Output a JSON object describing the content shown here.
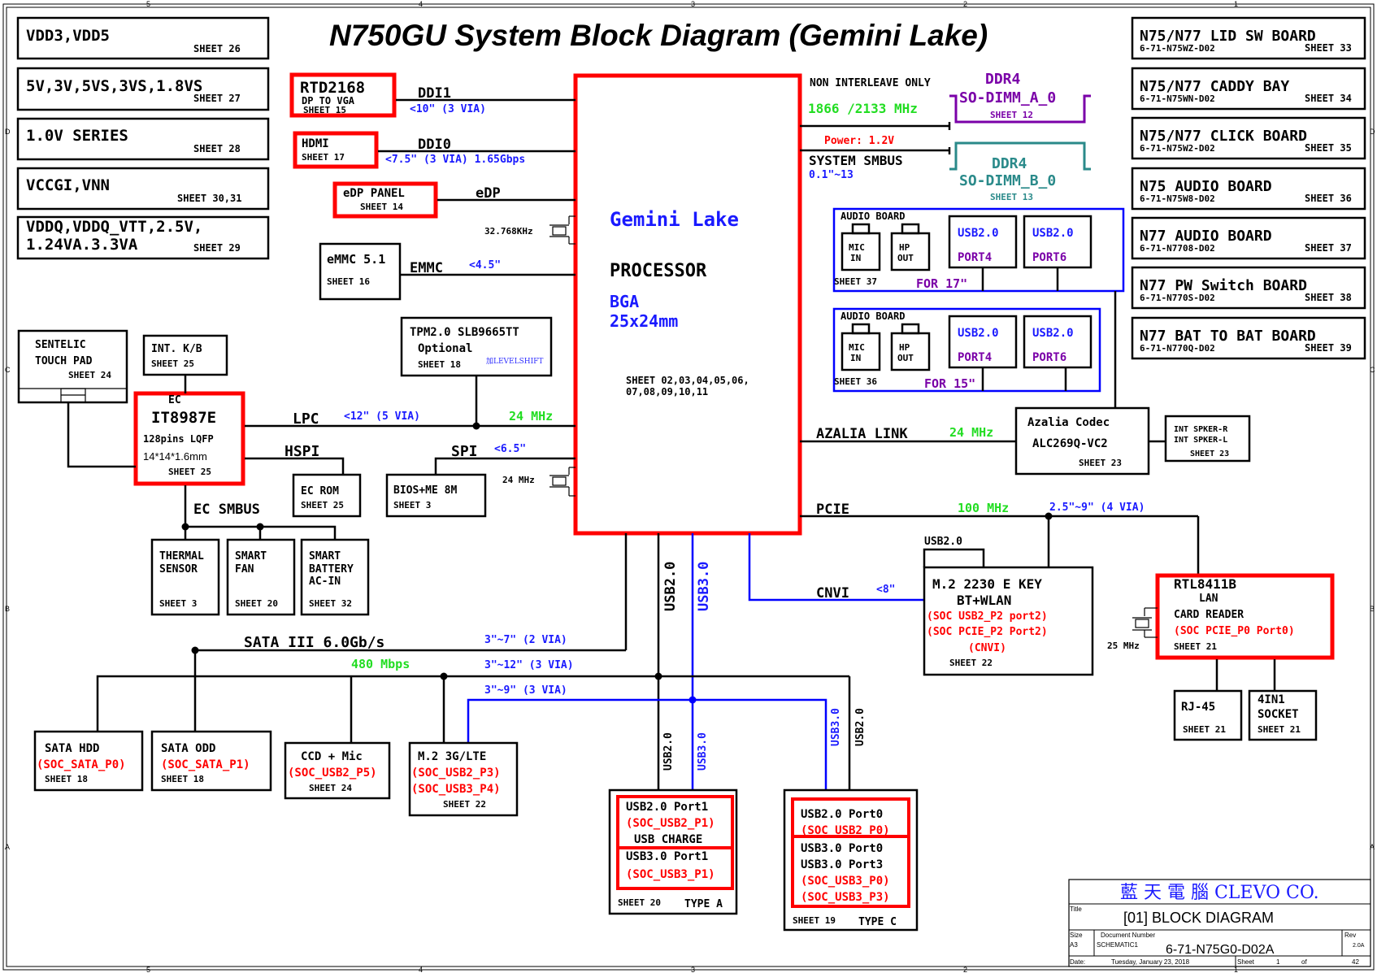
{
  "title": "N750GU System Block Diagram (Gemini Lake)",
  "border_top_numbers": [
    "5",
    "4",
    "3",
    "2",
    "1"
  ],
  "border_side_letters": [
    "D",
    "C",
    "B",
    "A"
  ],
  "power_sheets": [
    {
      "name": "VDD3,VDD5",
      "sheet": "SHEET 26"
    },
    {
      "name": "5V,3V,5VS,3VS,1.8VS",
      "sheet": "SHEET 27"
    },
    {
      "name": "1.0V SERIES",
      "sheet": "SHEET 28"
    },
    {
      "name": "VCCGI,VNN",
      "sheet": "SHEET 30,31"
    },
    {
      "name1": "VDDQ,VDDQ_VTT,2.5V,",
      "name2": "1.24VA.3.3VA",
      "sheet": "SHEET 29"
    }
  ],
  "boards": [
    {
      "name": "N75/N77 LID SW BOARD",
      "part": "6-71-N75WZ-D02",
      "sheet": "SHEET 33"
    },
    {
      "name": "N75/N77 CADDY BAY",
      "part": "6-71-N75WN-D02",
      "sheet": "SHEET 34"
    },
    {
      "name": "N75/N77 CLICK BOARD",
      "part": "6-71-N75W2-D02",
      "sheet": "SHEET 35"
    },
    {
      "name": "N75 AUDIO BOARD",
      "part": "6-71-N75W8-D02",
      "sheet": "SHEET 36"
    },
    {
      "name": "N77 AUDIO BOARD",
      "part": "6-71-N7708-D02",
      "sheet": "SHEET 37"
    },
    {
      "name": "N77 PW Switch BOARD",
      "part": "6-71-N770S-D02",
      "sheet": "SHEET 38"
    },
    {
      "name": "N77 BAT TO BAT BOARD",
      "part": "6-71-N770Q-D02",
      "sheet": "SHEET 39"
    }
  ],
  "cpu": {
    "name": "Gemini Lake",
    "processor": "PROCESSOR",
    "pkg": "BGA",
    "size": "25x24mm",
    "sheets1": "SHEET  02,03,04,05,06,",
    "sheets2": "07,08,09,10,11"
  },
  "display": {
    "rtd_name": "RTD2168",
    "rtd_sub": "DP TO VGA",
    "rtd_sheet": "SHEET 15",
    "ddi1": "DDI1",
    "ddi1_len": "<10\"  (3 VIA)",
    "hdmi_name": "HDMI",
    "hdmi_sheet": "SHEET 17",
    "ddi0": "DDI0",
    "ddi0_len": "<7.5\"  (3 VIA)  1.65Gbps",
    "edp_name": "eDP PANEL",
    "edp_sheet": "SHEET 14",
    "edp": "eDP",
    "xtal1": "32.768KHz"
  },
  "emmc": {
    "name": "eMMC 5.1",
    "sheet": "SHEET 16",
    "bus": "EMMC",
    "len": "<4.5\""
  },
  "tpm": {
    "name": "TPM2.0  SLB9665TT",
    "opt": "Optional",
    "sheet": "SHEET  18",
    "note": "加LEVELSHIFT"
  },
  "ec": {
    "label": "EC",
    "name": "IT8987E",
    "pins": "128pins  LQFP",
    "dim": "14*14*1.6mm",
    "sheet": "SHEET 25",
    "lpc": "LPC",
    "lpc_len": "<12\"  (5 VIA)",
    "lpc_freq": "24 MHz",
    "hspi": "HSPI",
    "spi": "SPI",
    "spi_len": "<6.5\"",
    "xtal2": "24 MHz",
    "smbus": "EC SMBUS"
  },
  "kb": {
    "name": "INT. K/B",
    "sheet": "SHEET 25"
  },
  "touchpad": {
    "l1": "SENTELIC",
    "l2": "TOUCH PAD",
    "sheet": "SHEET  24"
  },
  "ecrom": {
    "name": "EC ROM",
    "sheet": "SHEET 25"
  },
  "bios": {
    "name": "BIOS+ME  8M",
    "sheet": "SHEET  3"
  },
  "thermal": {
    "l1": "THERMAL",
    "l2": "SENSOR",
    "sheet": "SHEET  3"
  },
  "fan": {
    "l1": "SMART",
    "l2": "FAN",
    "sheet": "SHEET 20"
  },
  "battery": {
    "l1": "SMART",
    "l2": "BATTERY",
    "l3": "AC-IN",
    "sheet": "SHEET 32"
  },
  "ddr": {
    "note": "NON  INTERLEAVE  ONLY",
    "freq": "1866 /2133 MHz",
    "a_t": "DDR4",
    "a_n": "SO-DIMM_A_0",
    "a_s": "SHEET  12",
    "power": "Power:  1.2V",
    "smbus": "SYSTEM  SMBUS",
    "smbus_len": "0.1\"~13",
    "b_t": "DDR4",
    "b_n": "SO-DIMM_B_0",
    "b_s": "SHEET  13"
  },
  "audio17": {
    "title": "AUDIO  BOARD",
    "mic1": "MIC",
    "mic2": "IN",
    "hp1": "HP",
    "hp2": "OUT",
    "u1": "USB2.0",
    "p1": "PORT4",
    "u2": "USB2.0",
    "p2": "PORT6",
    "sheet": "SHEET  37",
    "for": "FOR  17\""
  },
  "audio15": {
    "title": "AUDIO  BOARD",
    "mic1": "MIC",
    "mic2": "IN",
    "hp1": "HP",
    "hp2": "OUT",
    "u1": "USB2.0",
    "p1": "PORT4",
    "u2": "USB2.0",
    "p2": "PORT6",
    "sheet": "SHEET  36",
    "for": "FOR  15\""
  },
  "azalia": {
    "name": "Azalia  Codec",
    "chip": "ALC269Q-VC2",
    "sheet": "SHEET  23",
    "link": "AZALIA  LINK",
    "freq": "24 MHz"
  },
  "spk": {
    "r": "INT  SPKER-R",
    "l": "INT  SPKER-L",
    "sheet": "SHEET  23"
  },
  "pcie": {
    "label": "PCIE",
    "freq": "100 MHz",
    "len": "2.5\"~9\"  (4 VIA)"
  },
  "wlan": {
    "usb": "USB2.0",
    "cnvi": "CNVI",
    "cnvi_len": "<8\"",
    "l1": "M.2  2230  E  KEY",
    "l2": "BT+WLAN",
    "l3": "(SOC  USB2_P2  port2)",
    "l4": "(SOC  PCIE_P2  Port2)",
    "l5": "(CNVI)",
    "sheet": "SHEET  22"
  },
  "lan": {
    "l1": "RTL8411B",
    "l2": "LAN",
    "l3": "CARD  READER",
    "l4": "(SOC  PCIE_P0  Port0)",
    "sheet": "SHEET  21",
    "xtal": "25  MHz"
  },
  "rj45": {
    "name": "RJ-45",
    "sheet": "SHEET  21"
  },
  "socket": {
    "l1": "4IN1",
    "l2": "SOCKET",
    "sheet": "SHEET  21"
  },
  "buses": {
    "usb20": "USB2.0",
    "usb30": "USB3.0",
    "sata": "SATA  III  6.0Gb/s",
    "sata_len": "3\"~7\"   (2  VIA)",
    "mbps": "480  Mbps",
    "len12": "3\"~12\"  (3  VIA)",
    "len9": "3\"~9\"   (3  VIA)"
  },
  "sata_hdd": {
    "name": "SATA  HDD",
    "sig": "(SOC_SATA_P0)",
    "sheet": "SHEET  18"
  },
  "sata_odd": {
    "name": "SATA  ODD",
    "sig": "(SOC_SATA_P1)",
    "sheet": "SHEET  18"
  },
  "ccd": {
    "name": "CCD  +  Mic",
    "sig": "(SOC_USB2_P5)",
    "sheet": "SHEET  24"
  },
  "m2lte": {
    "name": "M.2  3G/LTE",
    "s1": "(SOC_USB2_P3)",
    "s2": "(SOC_USB3_P4)",
    "sheet": "SHEET  22"
  },
  "typea": {
    "p1": "USB2.0  Port1",
    "p1s": "(SOC_USB2_P1)",
    "charge": "USB  CHARGE",
    "p3": "USB3.0  Port1",
    "p3s": "(SOC_USB3_P1)",
    "sheet": "SHEET  20",
    "type": "TYPE  A"
  },
  "typec": {
    "p1": "USB2.0  Port0",
    "p1s": "(SOC_USB2_P0)",
    "p3": "USB3.0  Port0",
    "p3b": "USB3.0  Port3",
    "p3s": "(SOC_USB3_P0)",
    "p3bs": "(SOC_USB3_P3)",
    "sheet": "SHEET  19",
    "type": "TYPE  C"
  },
  "titleblock": {
    "company": "藍 天 電 腦  CLEVO CO.",
    "title_lbl": "Title",
    "title": "[01] BLOCK DIAGRAM",
    "size_lbl": "Size",
    "size": "A3",
    "docnum_lbl": "Document  Number",
    "docsub": "SCHEMATIC1",
    "docnum": "6-71-N75G0-D02A",
    "rev_lbl": "Rev",
    "rev": "2.0A",
    "date_lbl": "Date:",
    "date": "Tuesday, January 23, 2018",
    "sheet_lbl": "Sheet",
    "sheet_no": "1",
    "of": "of",
    "total": "42"
  },
  "colors": {
    "red": "#ff0000",
    "blue": "#0000ff",
    "bluetext": "#1a1aff",
    "green": "#00dd00",
    "purple": "#7a00a8",
    "teal": "#2a8a8a",
    "black": "#000000"
  }
}
